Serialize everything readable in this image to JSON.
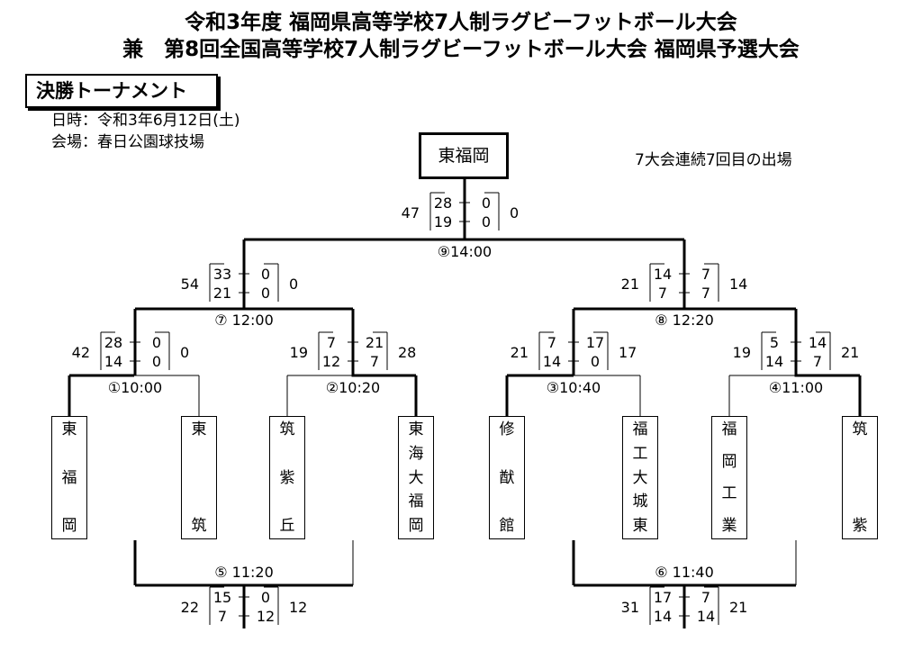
{
  "header": {
    "title_line1": "令和3年度 福岡県高等学校7人制ラグビーフットボール大会",
    "title_line2": "兼　第8回全国高等学校7人制ラグビーフットボール大会 福岡県予選大会",
    "section_label": "決勝トーナメント",
    "date": "日時：令和3年6月12日(土)",
    "venue": "会場：春日公園球技場"
  },
  "champion": {
    "name": "東福岡",
    "note": "7大会連続7回目の出場"
  },
  "teams": [
    [
      "東",
      "福",
      "岡"
    ],
    [
      "東",
      "筑"
    ],
    [
      "筑",
      "紫",
      "丘"
    ],
    [
      "東",
      "海",
      "大",
      "福",
      "岡"
    ],
    [
      "修",
      "猷",
      "館"
    ],
    [
      "福",
      "工",
      "大",
      "城",
      "東"
    ],
    [
      "福",
      "岡",
      "工",
      "業"
    ],
    [
      "筑",
      "紫"
    ]
  ],
  "matches": [
    {
      "no": "①",
      "time": "10:00",
      "left_total": "42",
      "left_halves": [
        "28",
        "14"
      ],
      "right_halves": [
        "0",
        "0"
      ],
      "right_total": "0"
    },
    {
      "no": "②",
      "time": "10:20",
      "left_total": "19",
      "left_halves": [
        "7",
        "12"
      ],
      "right_halves": [
        "21",
        "7"
      ],
      "right_total": "28"
    },
    {
      "no": "③",
      "time": "10:40",
      "left_total": "21",
      "left_halves": [
        "7",
        "14"
      ],
      "right_halves": [
        "17",
        "0"
      ],
      "right_total": "17"
    },
    {
      "no": "④",
      "time": "11:00",
      "left_total": "19",
      "left_halves": [
        "5",
        "14"
      ],
      "right_halves": [
        "14",
        "7"
      ],
      "right_total": "21"
    },
    {
      "no": "⑤",
      "time": "11:20",
      "left_total": "22",
      "left_halves": [
        "15",
        "7"
      ],
      "right_halves": [
        "0",
        "12"
      ],
      "right_total": "12"
    },
    {
      "no": "⑥",
      "time": "11:40",
      "left_total": "31",
      "left_halves": [
        "17",
        "14"
      ],
      "right_halves": [
        "7",
        "14"
      ],
      "right_total": "21"
    },
    {
      "no": "⑦",
      "time": "12:00",
      "left_total": "54",
      "left_halves": [
        "33",
        "21"
      ],
      "right_halves": [
        "0",
        "0"
      ],
      "right_total": "0"
    },
    {
      "no": "⑧",
      "time": "12:20",
      "left_total": "21",
      "left_halves": [
        "14",
        "7"
      ],
      "right_halves": [
        "7",
        "7"
      ],
      "right_total": "14"
    },
    {
      "no": "⑨",
      "time": "14:00",
      "left_total": "47",
      "left_halves": [
        "28",
        "19"
      ],
      "right_halves": [
        "0",
        "0"
      ],
      "right_total": "0"
    }
  ]
}
